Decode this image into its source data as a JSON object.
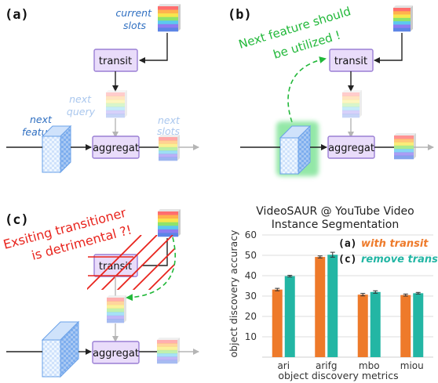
{
  "panels": {
    "a": {
      "letter": "(a)",
      "current_slots": [
        "current",
        "slots"
      ],
      "next_query": [
        "next",
        "query"
      ],
      "next_feature": [
        "next",
        "feature"
      ],
      "next_slots": [
        "next",
        "slots"
      ],
      "transit_label": "transit",
      "aggregat_label": "aggregat"
    },
    "b": {
      "letter": "(b)",
      "note": [
        "Next feature should",
        "be utilized !"
      ],
      "transit_label": "transit",
      "aggregat_label": "aggregat"
    },
    "c": {
      "letter": "(c)",
      "note": [
        "Exsiting transitioner",
        "is detrimental ?!"
      ],
      "transit_label": "transit",
      "aggregat_label": "aggregat"
    }
  },
  "colors": {
    "box_fill": "#e9dcfa",
    "box_stroke": "#9a7fd4",
    "arrow_dark": "#222222",
    "arrow_faint": "#b5b5b5",
    "green": "#22b83a",
    "red": "#e8241d",
    "orange": "#ee7a2a",
    "teal": "#23b6a4",
    "slot_colors": [
      "#ff6e6e",
      "#ffb24d",
      "#f7e64d",
      "#8fe36b",
      "#5cc8ef",
      "#8d7cf0",
      "#5c84e6"
    ]
  },
  "chart_data": {
    "type": "bar",
    "title": [
      "VideoSAUR @ YouTube Video",
      "Instance Segmentation"
    ],
    "xlabel": "object discovery metrics",
    "ylabel": "object discovery accuracy",
    "categories": [
      "ari",
      "arifg",
      "mbo",
      "miou"
    ],
    "ylim": [
      0,
      60
    ],
    "yticks": [
      10,
      20,
      30,
      40,
      50,
      60
    ],
    "legend": {
      "a_letter": "(a)",
      "a_text": "with transit",
      "c_letter": "(c)",
      "c_text": "remove transit",
      "position": "top-right"
    },
    "series": [
      {
        "name": "with transit",
        "values": [
          33.2,
          49.2,
          30.7,
          30.5
        ],
        "errors": [
          0.6,
          0.5,
          0.6,
          0.5
        ]
      },
      {
        "name": "remove transit",
        "values": [
          39.8,
          50.3,
          32.0,
          31.4
        ],
        "errors": [
          0.4,
          1.2,
          0.6,
          0.4
        ]
      }
    ]
  }
}
